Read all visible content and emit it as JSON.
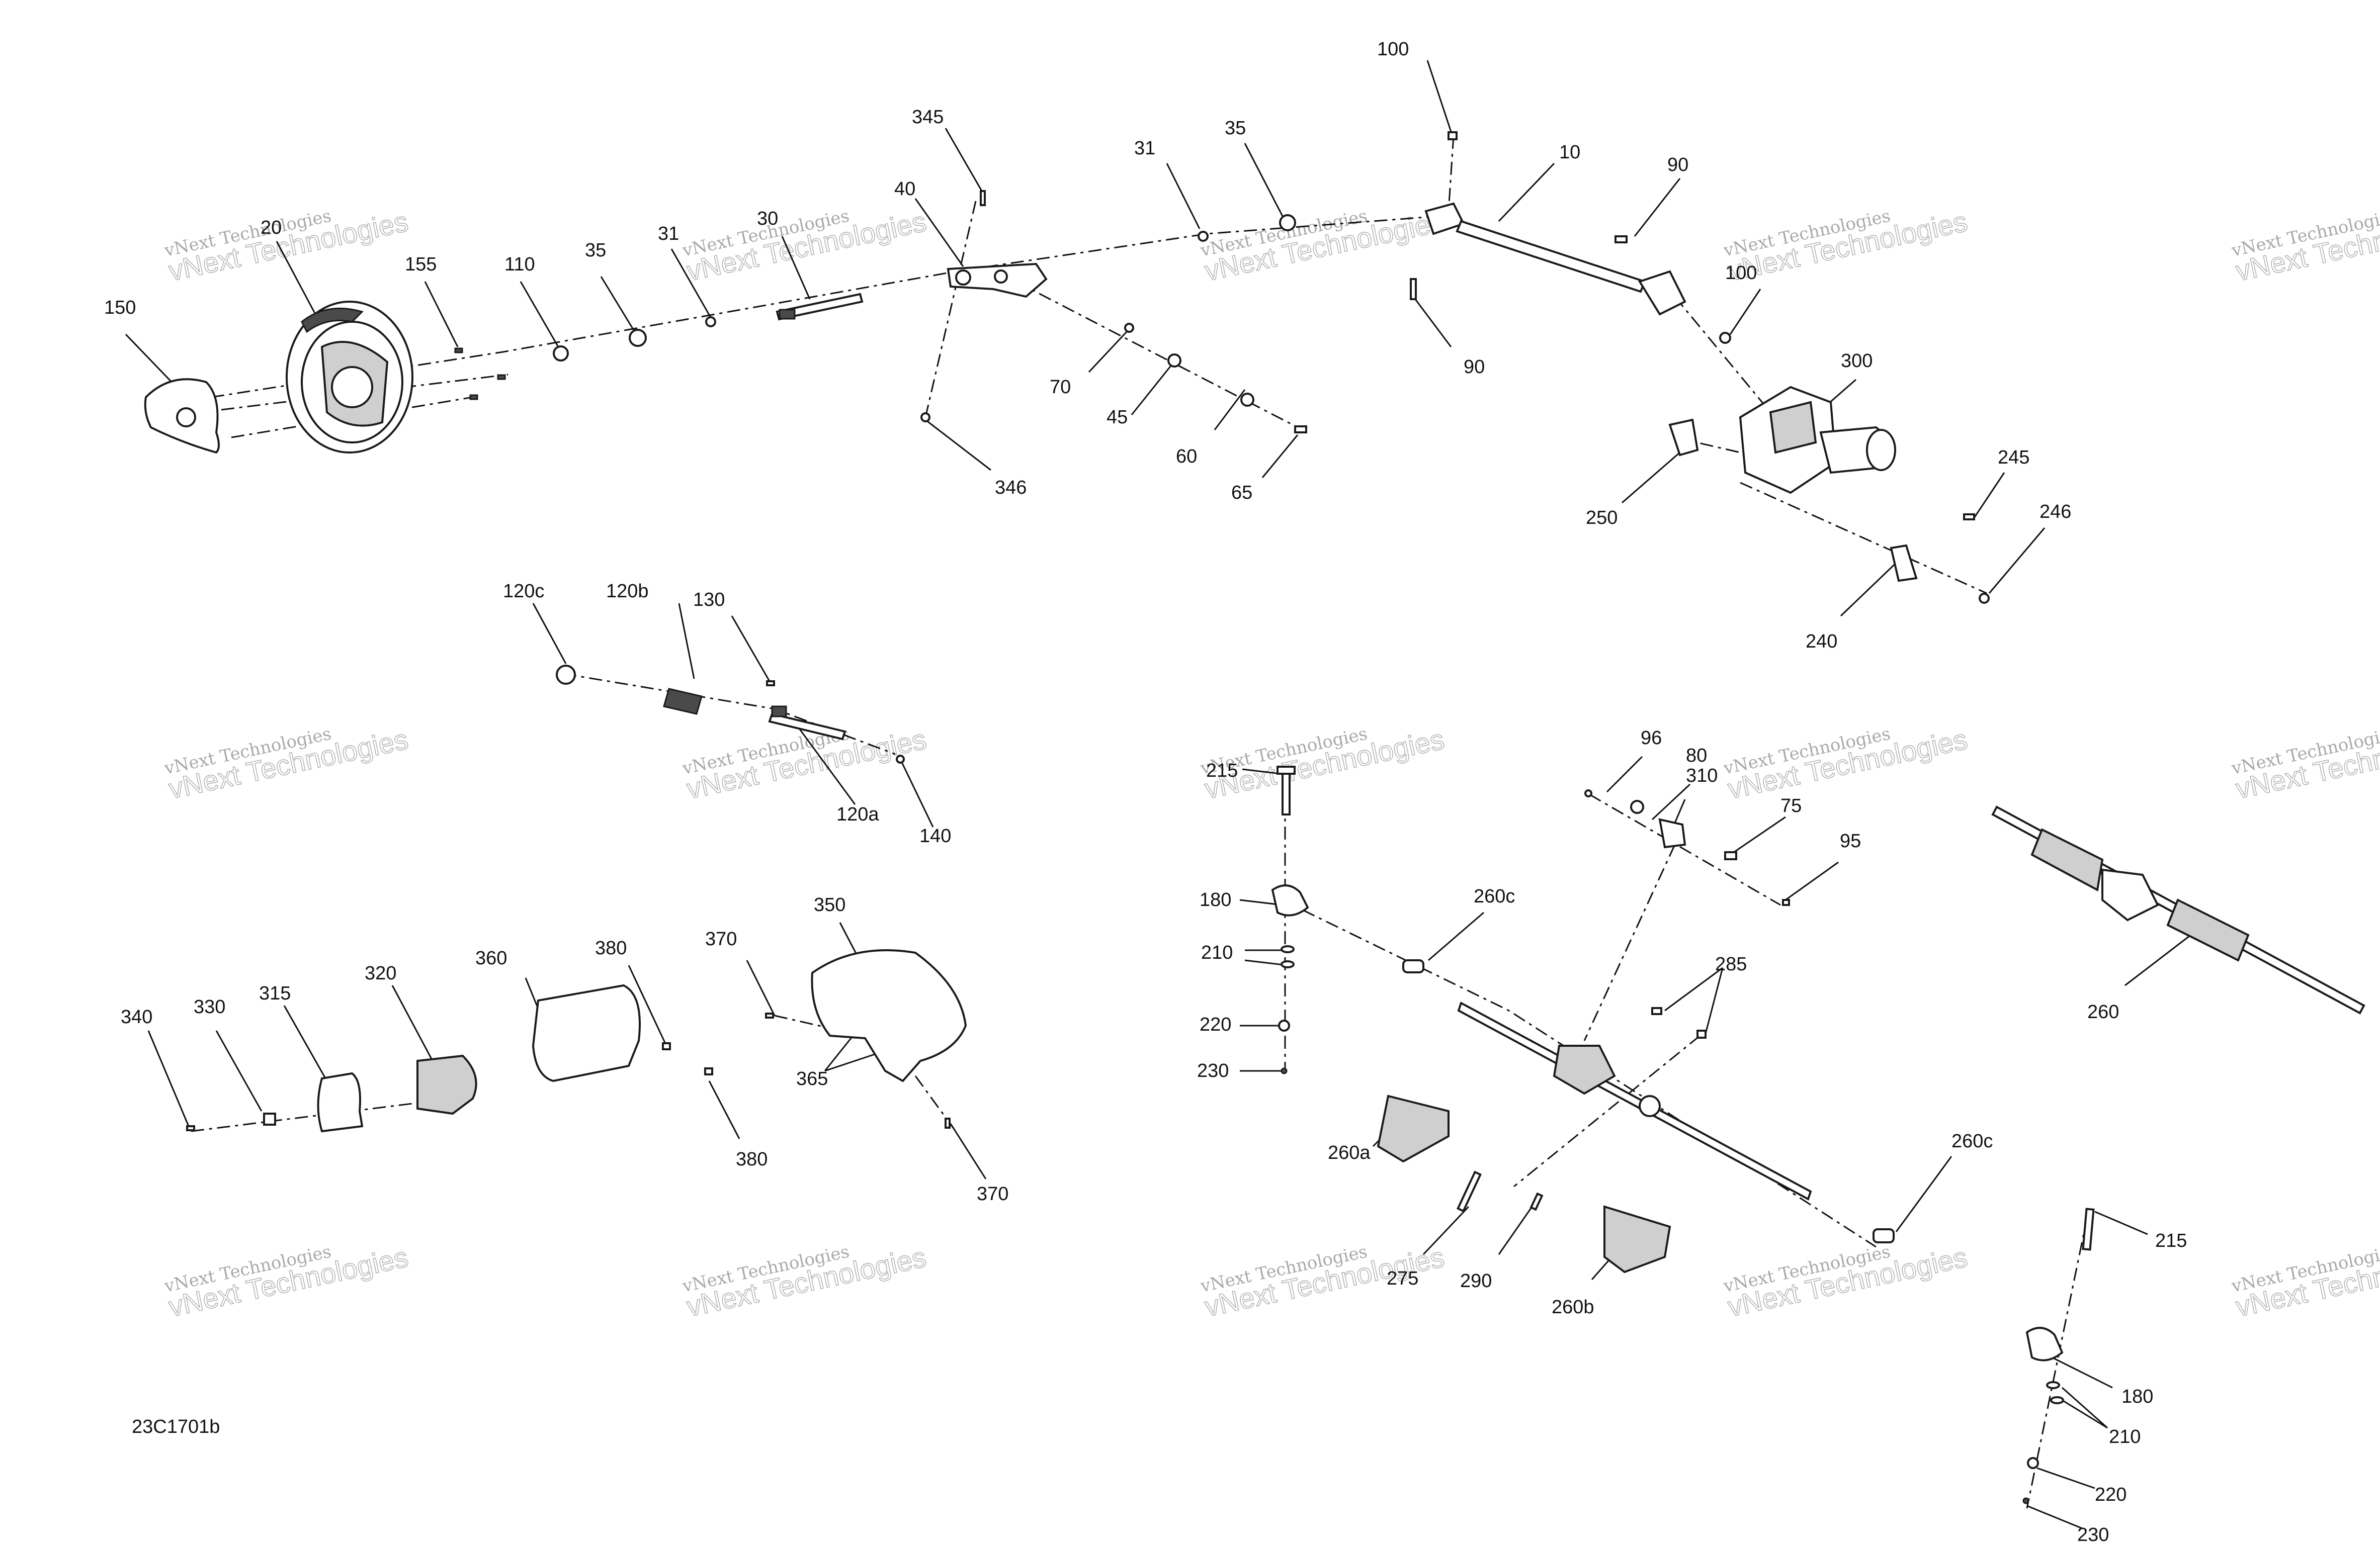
{
  "diagram_id": "23C1701b",
  "watermark": {
    "line1": "vNext Technologies",
    "line2": "vNext Technologies"
  },
  "callouts": {
    "c100a": "100",
    "c345": "345",
    "c31a": "31",
    "c35a": "35",
    "c10": "10",
    "c90a": "90",
    "c40": "40",
    "c20": "20",
    "c30": "30",
    "c31b": "31",
    "c155": "155",
    "c110": "110",
    "c35b": "35",
    "c150": "150",
    "c100b": "100",
    "c300": "300",
    "c90b": "90",
    "c70": "70",
    "c45": "45",
    "c60": "60",
    "c65": "65",
    "c346": "346",
    "c250": "250",
    "c245": "245",
    "c246": "246",
    "c240": "240",
    "c120c": "120c",
    "c120b": "120b",
    "c130": "130",
    "c120a": "120a",
    "c140": "140",
    "c215a": "215",
    "c96": "96",
    "c80": "80",
    "c310": "310",
    "c75": "75",
    "c95": "95",
    "c180a": "180",
    "c260ca": "260c",
    "c210a": "210",
    "c220a": "220",
    "c230a": "230",
    "c285": "285",
    "c260a": "260a",
    "c275": "275",
    "c290": "290",
    "c260b": "260b",
    "c260cb": "260c",
    "c215b": "215",
    "c180b": "180",
    "c210b": "210",
    "c220b": "220",
    "c230b": "230",
    "c260": "260",
    "c350": "350",
    "c370a": "370",
    "c380a": "380",
    "c360": "360",
    "c320": "320",
    "c315": "315",
    "c330": "330",
    "c340": "340",
    "c365": "365",
    "c380b": "380",
    "c370b": "370"
  }
}
